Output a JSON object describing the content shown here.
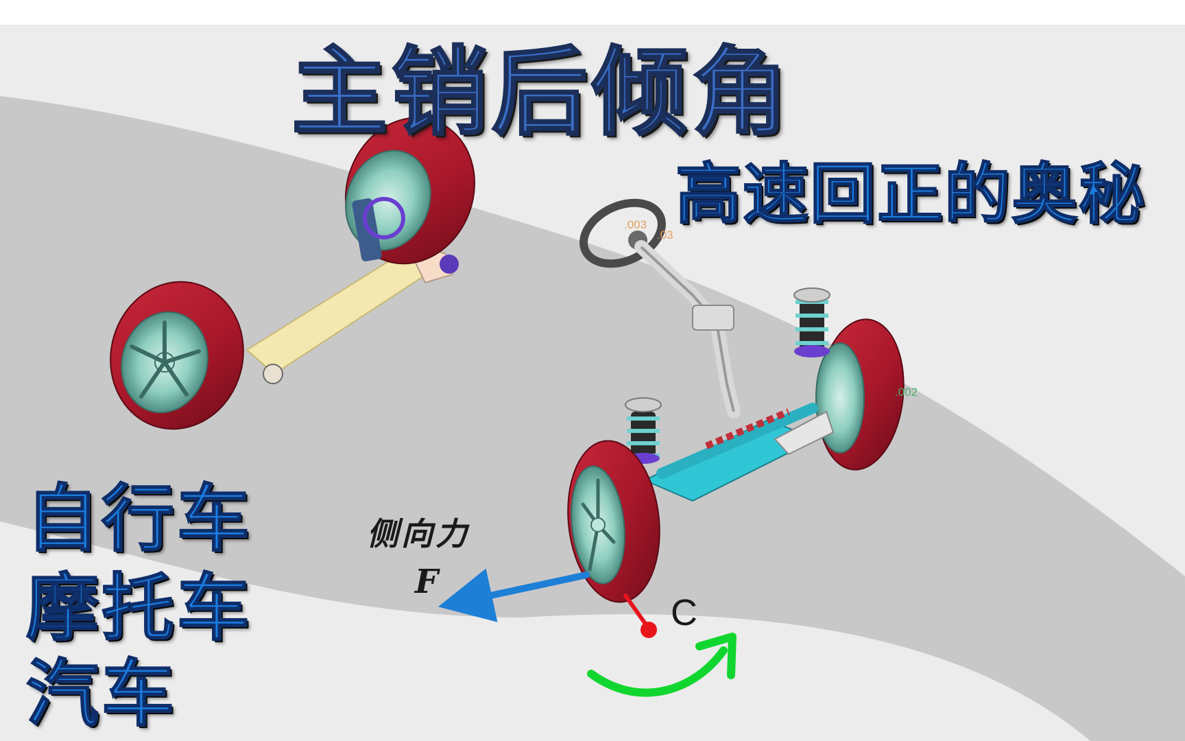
{
  "title": "主销后倾角",
  "subtitle": "高速回正的奥秘",
  "vehicle_list": [
    "自行车",
    "摩托车",
    "汽车"
  ],
  "force": {
    "label": "侧向力",
    "symbol": "F"
  },
  "pivot_point_label": "C",
  "part_tags": [
    ".003",
    ".03",
    ".002"
  ],
  "colors": {
    "title": "#3a6ec8",
    "subtitle": "#1b7de0",
    "tire": "#a8172a",
    "force_arrow": "#1e7fd6",
    "rotation_arrow": "#12d630",
    "pivot": "#e8141c",
    "road": "#c9c8c9"
  }
}
